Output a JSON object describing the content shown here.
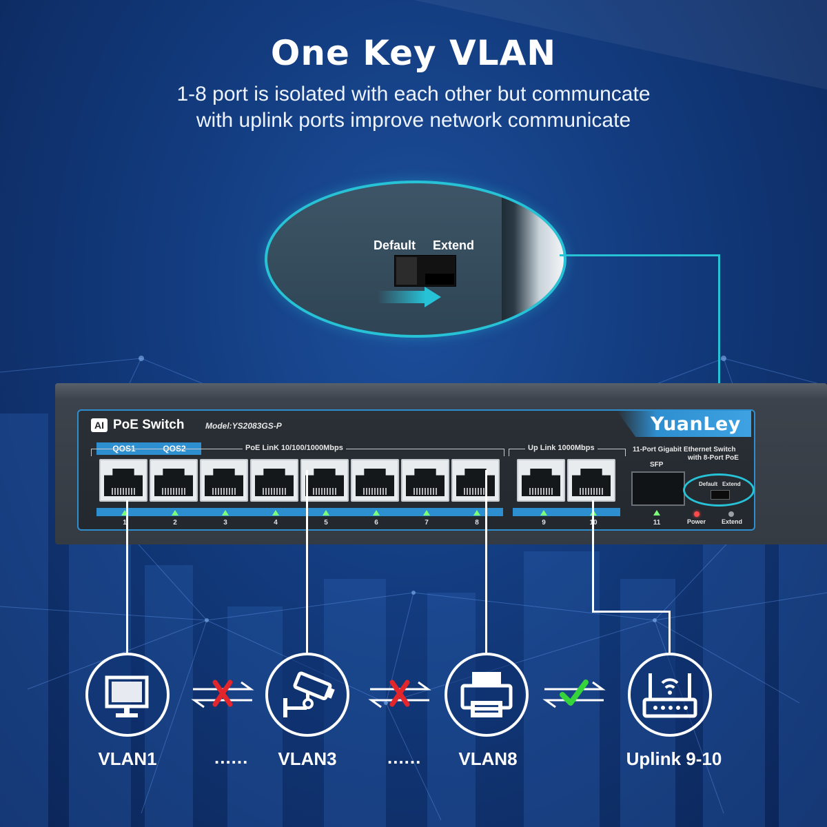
{
  "headline": "One Key VLAN",
  "subline_1": "1-8 port is isolated with each other but communcate",
  "subline_2": "with uplink ports improve network communicate",
  "zoom": {
    "left_label": "Default",
    "right_label": "Extend"
  },
  "switch": {
    "ai_badge": "AI",
    "product_name": "PoE Switch",
    "model": "Model:YS2083GS-P",
    "brand": "YuanLey",
    "qos1": "QOS1",
    "qos2": "QOS2",
    "poe_link_label": "PoE LinK  10/100/1000Mbps",
    "uplink_label": "Up Link  1000Mbps",
    "desc_1": "11-Port Gigabit Ethernet Switch",
    "desc_2": "with 8-Port PoE",
    "sfp_label": "SFP",
    "dip_default": "Default",
    "dip_extend": "Extend",
    "ports": [
      "1",
      "2",
      "3",
      "4",
      "5",
      "6",
      "7",
      "8"
    ],
    "uplink_ports": [
      "9",
      "10"
    ],
    "sfp_port": "11",
    "power_label": "Power",
    "extend_led_label": "Extend"
  },
  "devices": [
    {
      "icon": "monitor-icon",
      "label": "VLAN1"
    },
    {
      "icon": "security-camera-icon",
      "label": "VLAN3"
    },
    {
      "icon": "printer-icon",
      "label": "VLAN8"
    },
    {
      "icon": "router-icon",
      "label": "Uplink 9-10"
    }
  ],
  "separators": [
    "......",
    "......"
  ],
  "colors": {
    "accent_cyan": "#27c2d6",
    "panel_blue": "#2e8fd0",
    "blocked_red": "#e3262b",
    "allowed_green": "#35d43a",
    "link_led_green": "#7dff7a"
  }
}
